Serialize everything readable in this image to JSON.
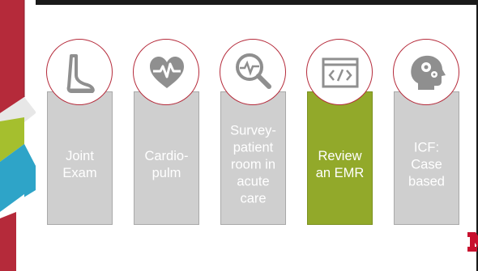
{
  "cards": [
    {
      "label": "Joint\nExam",
      "icon": "foot-icon",
      "active": false
    },
    {
      "label": "Cardio-\npulm",
      "icon": "heart-pulse-icon",
      "active": false
    },
    {
      "label": "Survey-\npatient\nroom in\nacute\ncare",
      "icon": "magnify-pulse-icon",
      "active": false
    },
    {
      "label": "Review\nan EMR",
      "icon": "code-window-icon",
      "active": true
    },
    {
      "label": "ICF:\nCase\nbased",
      "icon": "head-gears-icon",
      "active": false
    }
  ],
  "logo": {
    "icon": "university-n-logo-icon"
  },
  "colors": {
    "card": "#cfcfcf",
    "active_card": "#92a92a",
    "accent_red": "#b52a3a",
    "icon_gray": "#8f8f8f",
    "band_green": "#a5bf2e",
    "band_cyan": "#2ea4c8"
  }
}
